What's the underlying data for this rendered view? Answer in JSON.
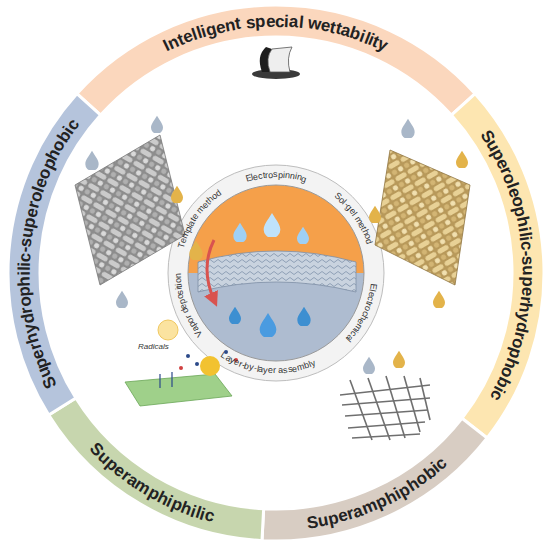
{
  "diagram": {
    "nodes": [
      {
        "text": [
          "Intelligent special wettability"
        ]
      },
      {
        "text": [
          "Superoleophilic-superhydrophobic"
        ]
      },
      {
        "text": [
          "Superamphiphobic"
        ]
      },
      {
        "text": [
          "Superamphiphilic"
        ]
      },
      {
        "text": [
          "Superhydrophilic-superoleophobic"
        ]
      }
    ],
    "labels": [
      "Template method",
      "Electrospinning",
      "Sol-gel method",
      "Electrochemical",
      "Layer-by-layer assembly",
      "Vapor deposition",
      "Radicals"
    ]
  }
}
